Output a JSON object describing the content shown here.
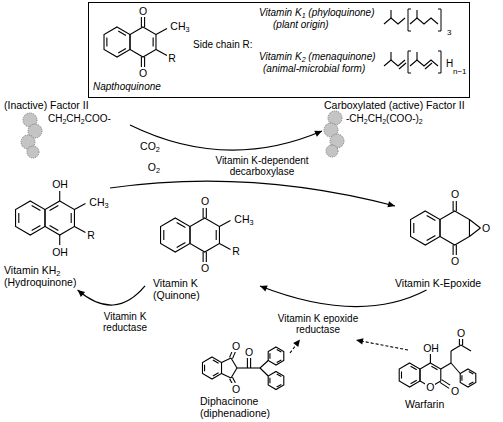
{
  "diagram": {
    "nodes": [
      {
        "text": [
          "Napthoquinone",
          "Side chain R:",
          "Vitamin K1 (phyloquinone)",
          "(plant origin)",
          "Vitamin K2 (menaquinone)",
          "(animal-microbial form)",
          "3",
          "H",
          "n−1"
        ]
      },
      {
        "text": [
          "(Inactive) Factor II",
          "CH2CH2COO-"
        ]
      },
      {
        "text": [
          "Carboxylated (active) Factor II",
          "-CH2CH2(COO-)2"
        ]
      },
      {
        "text": [
          "Vitamin KH2",
          "(Hydroquinone)"
        ]
      },
      {
        "text": [
          "Vitamin K",
          "(Quinone)"
        ]
      },
      {
        "text": [
          "Vitamin K-Epoxide"
        ]
      },
      {
        "text": [
          "Diphacinone",
          "(diphenadione)"
        ]
      },
      {
        "text": [
          "Warfarin"
        ]
      }
    ],
    "edges": [
      {
        "from": 1,
        "to": 2,
        "arrow": "to",
        "label": "Vitamin K-dependent decarboxylase"
      },
      {
        "from": 3,
        "to": 5,
        "arrow": "to"
      },
      {
        "from": 5,
        "to": 4,
        "arrow": "to",
        "label": "Vitamin K epoxide reductase"
      },
      {
        "from": 4,
        "to": 3,
        "arrow": "to",
        "label": "Vitamin K reductase"
      }
    ],
    "labels": [
      "CO2",
      "O2",
      "O",
      "O",
      "CH3",
      "R",
      "OH",
      "OH",
      "CH3",
      "R",
      "O",
      "O",
      "CH3",
      "R",
      "O",
      "O",
      "O",
      "O",
      "O",
      "O",
      "OH",
      "O",
      "O",
      "O"
    ]
  }
}
